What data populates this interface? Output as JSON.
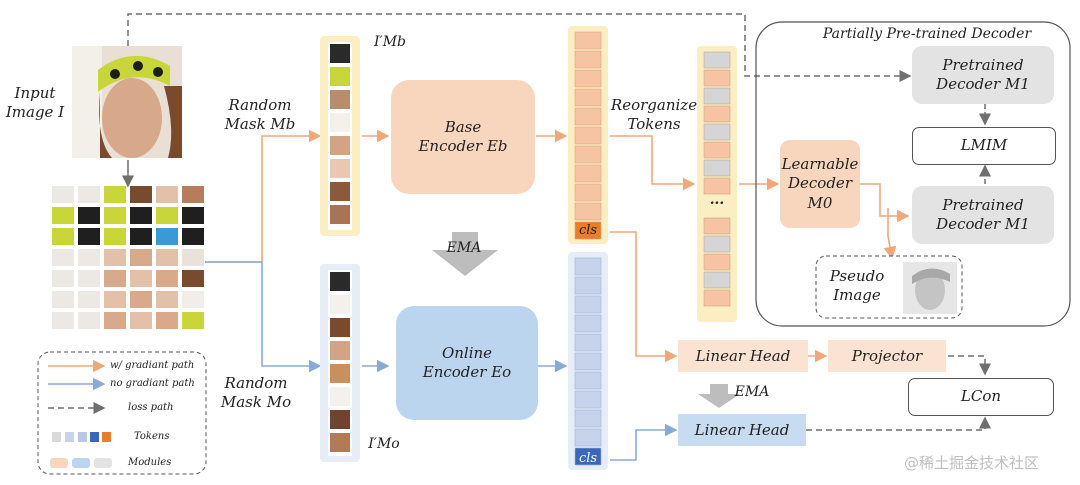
{
  "input_label": "Input\nImage I",
  "random_mask_b": "Random\nMask Mb",
  "random_mask_o": "Random\nMask Mo",
  "mask_b_label": "I′Mb",
  "mask_o_label": "I′Mo",
  "base_encoder": "Base\nEncoder Eb",
  "online_encoder": "Online\nEncoder Eo",
  "ema_mid": "EMA",
  "ema_right": "EMA",
  "reorganize": "Reorganize\nTokens",
  "cls": "cls",
  "ellipsis": "...",
  "decoder_panel_title": "Partially Pre-trained Decoder",
  "pretrained_decoder_1": "Pretrained\nDecoder M1",
  "pretrained_decoder_2": "Pretrained\nDecoder M1",
  "learnable_decoder": "Learnable\nDecoder\nM0",
  "loss_mim": "LMIM",
  "loss_con": "LCon",
  "pseudo_image": "Pseudo\nImage",
  "linear_head_top": "Linear Head",
  "projector": "Projector",
  "linear_head_bottom": "Linear Head",
  "legend": {
    "grad": "w/ gradiant path",
    "nograd": "no gradiant path",
    "loss": "loss path",
    "tokens": "Tokens",
    "modules": "Modules"
  },
  "colors": {
    "orange_path": "#f0a878",
    "blue_path": "#8aaad6",
    "loss_path": "#6f6f6f",
    "orange_module": "#f8d6bd",
    "blue_module": "#bcd5ee",
    "gray_module": "#e3e3e3"
  },
  "watermark": "@稀土掘金技术社区"
}
